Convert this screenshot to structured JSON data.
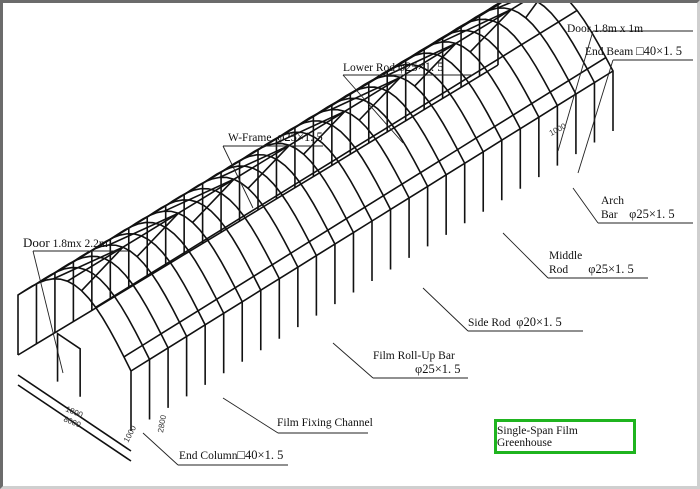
{
  "title": "Single-Span Film Greenhouse",
  "labels": {
    "door_end": {
      "name": "Door",
      "spec": "1.8m x 1m"
    },
    "end_beam": {
      "name": "End Beam",
      "spec": "□40×1. 5"
    },
    "lower_rod": {
      "name": "Lower Rod",
      "spec": "φ25×1. 5"
    },
    "w_frame": {
      "name": "W-Frame",
      "spec": "φ25×1. 5"
    },
    "door_front": {
      "name": "Door",
      "spec": "1.8mx 2.2m"
    },
    "arch_bar": {
      "name_line1": "Arch",
      "name_line2": "Bar",
      "spec": "φ25×1. 5"
    },
    "middle_rod": {
      "name_line1": "Middle",
      "name_line2": "Rod",
      "spec": "φ25×1. 5"
    },
    "side_rod": {
      "name": "Side Rod",
      "spec": "φ20×1. 5"
    },
    "film_roll_up_bar": {
      "name": "Film Roll-Up Bar",
      "spec": "φ25×1. 5"
    },
    "film_fixing_channel": {
      "name": "Film Fixing Channel"
    },
    "end_column": {
      "name": "End Column",
      "spec": "□40×1. 5"
    }
  },
  "dimensions": {
    "door_width": "1800",
    "span_width": "8000",
    "bay_spacing": "1000",
    "side_height": "2800",
    "end_bay_spacing": "1000"
  },
  "colors": {
    "title_border": "#1fb41f",
    "frame_border": "#6b6b6b"
  }
}
